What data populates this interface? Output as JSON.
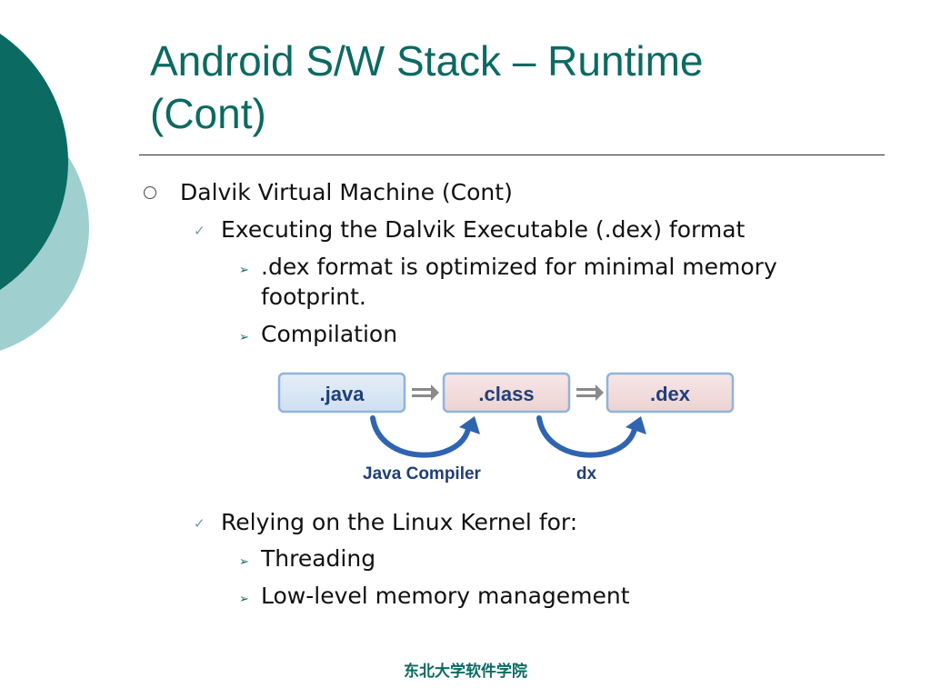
{
  "slide": {
    "title_line1": "Android S/W Stack – Runtime",
    "title_line2": "(Cont)",
    "bullets": {
      "l1": "Dalvik Virtual Machine (Cont)",
      "l2a": "Executing the Dalvik Executable (.dex) format",
      "l3a_line1": ".dex format is optimized for minimal memory",
      "l3a_line2": "footprint.",
      "l3b": "Compilation",
      "l2b": "Relying on the Linux Kernel for:",
      "l3c": "Threading",
      "l3d": "Low-level memory management"
    },
    "diagram": {
      "box1": ".java",
      "box2": ".class",
      "box3": ".dex",
      "label1": "Java Compiler",
      "label2": "dx"
    },
    "footer": "东北大学软件学院",
    "colors": {
      "accent": "#0b6a62",
      "light_teal": "#9fcfcf",
      "box_blue": "#dce8f5",
      "box_pink": "#f3dede",
      "box_border": "#8fb4dc",
      "arc_blue": "#2f64b0"
    }
  }
}
